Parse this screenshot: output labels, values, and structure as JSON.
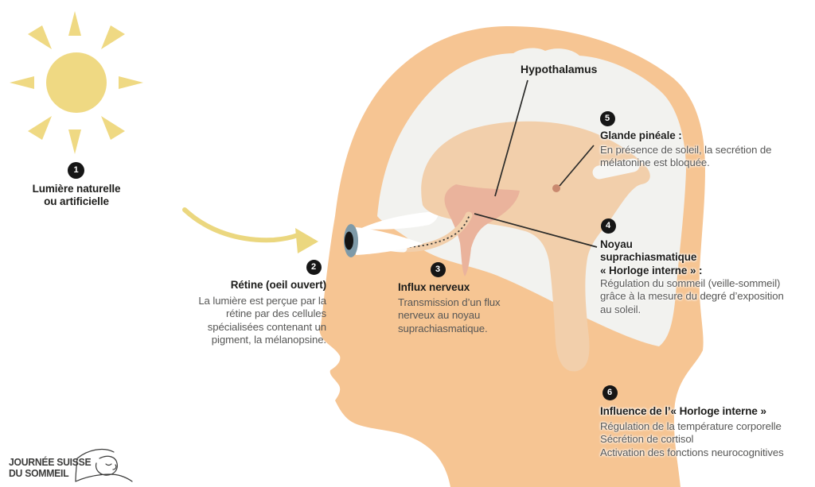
{
  "labels": {
    "hypothalamus": "Hypothalamus"
  },
  "sections": {
    "s1": {
      "number": "1",
      "title": "Lumière naturelle\nou artificielle"
    },
    "s2": {
      "number": "2",
      "title": "Rétine (oeil ouvert)",
      "body": "La lumière est perçue par la\nrétine par des cellules\nspécialisées contenant un\npigment, la mélanopsine."
    },
    "s3": {
      "number": "3",
      "title": "Influx nerveux",
      "body": "Transmission d’un flux\nnerveux au noyau\nsuprachiasmatique."
    },
    "s4": {
      "number": "4",
      "title": "Noyau\nsuprachiasmatique\n« Horloge interne » :",
      "body": "Régulation du sommeil (veille-sommeil)\ngrâce à la mesure du degré d’exposition\nau soleil."
    },
    "s5": {
      "number": "5",
      "title": "Glande pinéale :",
      "body": "En présence de soleil, la secrétion de\nmélatonine est bloquée."
    },
    "s6": {
      "number": "6",
      "title": "Influence de l’« Horloge interne »",
      "body": "Régulation de la température corporelle\nSécrétion de cortisol\nActivation des fonctions neurocognitives"
    }
  },
  "logo": {
    "line1": "JOURNÉE SUISSE",
    "line2": "DU SOMMEIL"
  },
  "colors": {
    "skin": "#F6C593",
    "brain": "#F2F2EF",
    "inner_brain": "#F2CFAB",
    "hypothalamus": "#EAB39C",
    "pineal": "#C9896F",
    "iris": "#7E9AA8",
    "sun": "#EFD983",
    "badge": "#161616",
    "heading_text": "#1d1d1b",
    "body_text": "#575756"
  }
}
